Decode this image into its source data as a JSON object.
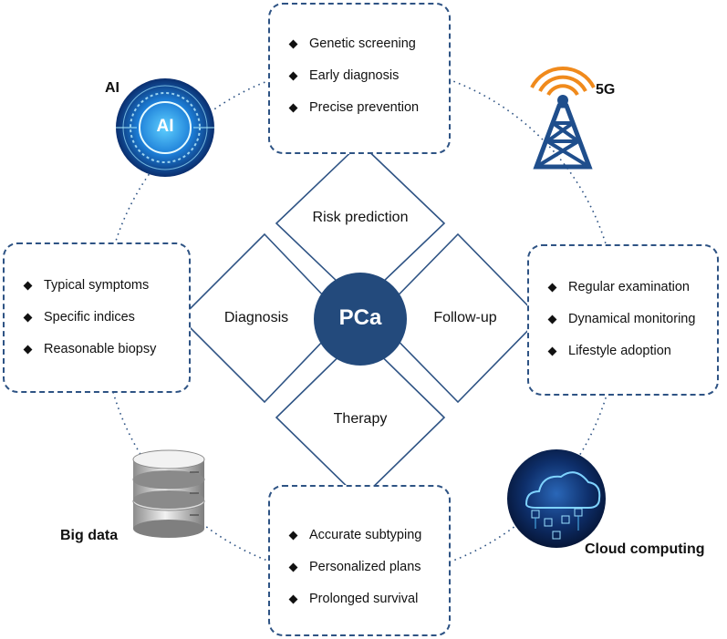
{
  "center": {
    "label": "PCa"
  },
  "stages": {
    "risk_prediction": "Risk prediction",
    "diagnosis": "Diagnosis",
    "follow_up": "Follow-up",
    "therapy": "Therapy"
  },
  "boxes": {
    "top": [
      "Genetic screening",
      "Early diagnosis",
      "Precise prevention"
    ],
    "left": [
      "Typical symptoms",
      "Specific indices",
      "Reasonable biopsy"
    ],
    "right": [
      "Regular examination",
      "Dynamical monitoring",
      "Lifestyle adoption"
    ],
    "bottom": [
      "Accurate subtyping",
      "Personalized plans",
      "Prolonged survival"
    ]
  },
  "technologies": {
    "ai": "AI",
    "ai_badge": "AI",
    "five_g": "5G",
    "big_data": "Big data",
    "cloud": "Cloud computing"
  },
  "colors": {
    "accent": "#2e5384",
    "circle": "#234a7c",
    "tower": "#1f4e8c",
    "signal": "#f08a1c"
  }
}
